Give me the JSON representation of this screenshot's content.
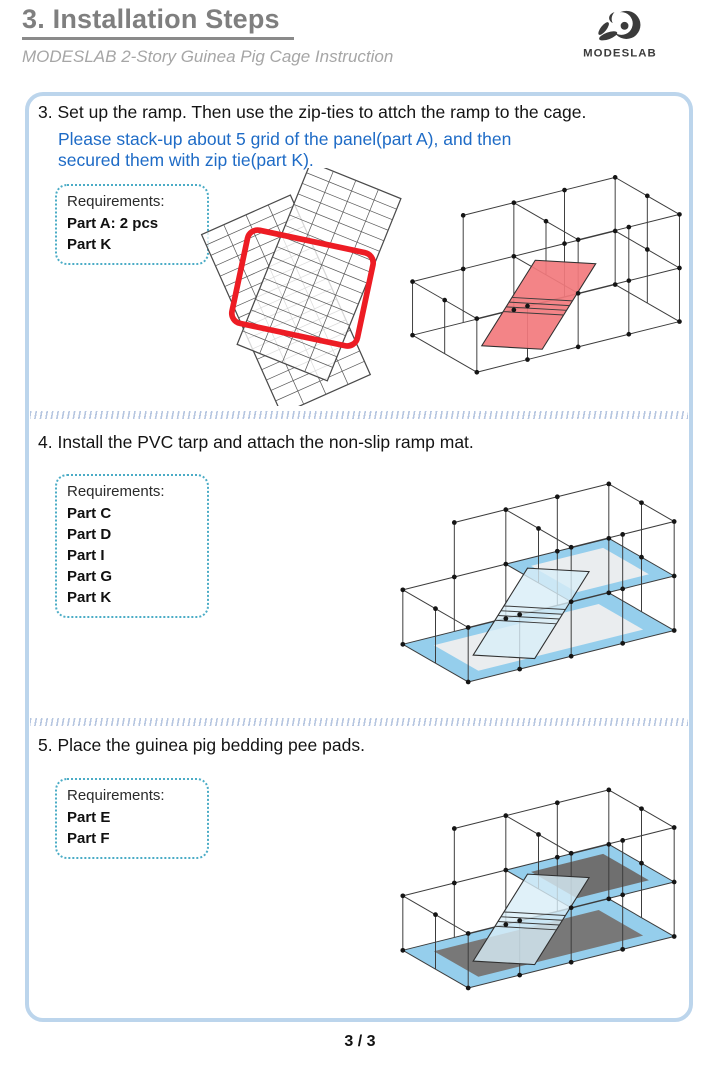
{
  "page": {
    "title": "3. Installation Steps",
    "subtitle": "MODESLAB 2-Story Guinea Pig Cage Instruction",
    "brand": "MODESLAB",
    "footer": "3 / 3"
  },
  "steps": [
    {
      "heading": "3. Set up the ramp. Then use the zip-ties to attch the ramp to the cage.",
      "note_line1": "Please stack-up about 5 grid of the panel(part A), and then",
      "note_line2": "secured them with zip tie(part K).",
      "requirements_label": "Requirements:",
      "requirements": [
        "Part A: 2 pcs",
        "Part K"
      ]
    },
    {
      "heading": "4. Install the PVC tarp and attach the non-slip ramp mat.",
      "requirements_label": "Requirements:",
      "requirements": [
        "Part C",
        "Part D",
        "Part I",
        "Part G",
        "Part K"
      ]
    },
    {
      "heading": "5. Place the guinea pig bedding pee pads.",
      "requirements_label": "Requirements:",
      "requirements": [
        "Part E",
        "Part F"
      ]
    }
  ],
  "colors": {
    "container_border": "#BCD5EC",
    "dotted_box": "#4BACC6",
    "note_blue": "#1E6BC6",
    "title_gray": "#7F7F7F",
    "divider_blue": "#B6C6E0",
    "ramp_red": "#F2797D",
    "outline_red": "#ED1C24",
    "tarp_blue": "#8FCBEB",
    "pad_gray": "#787878",
    "wire": "#3C3C3C",
    "logo_dark": "#3B3B3B"
  }
}
